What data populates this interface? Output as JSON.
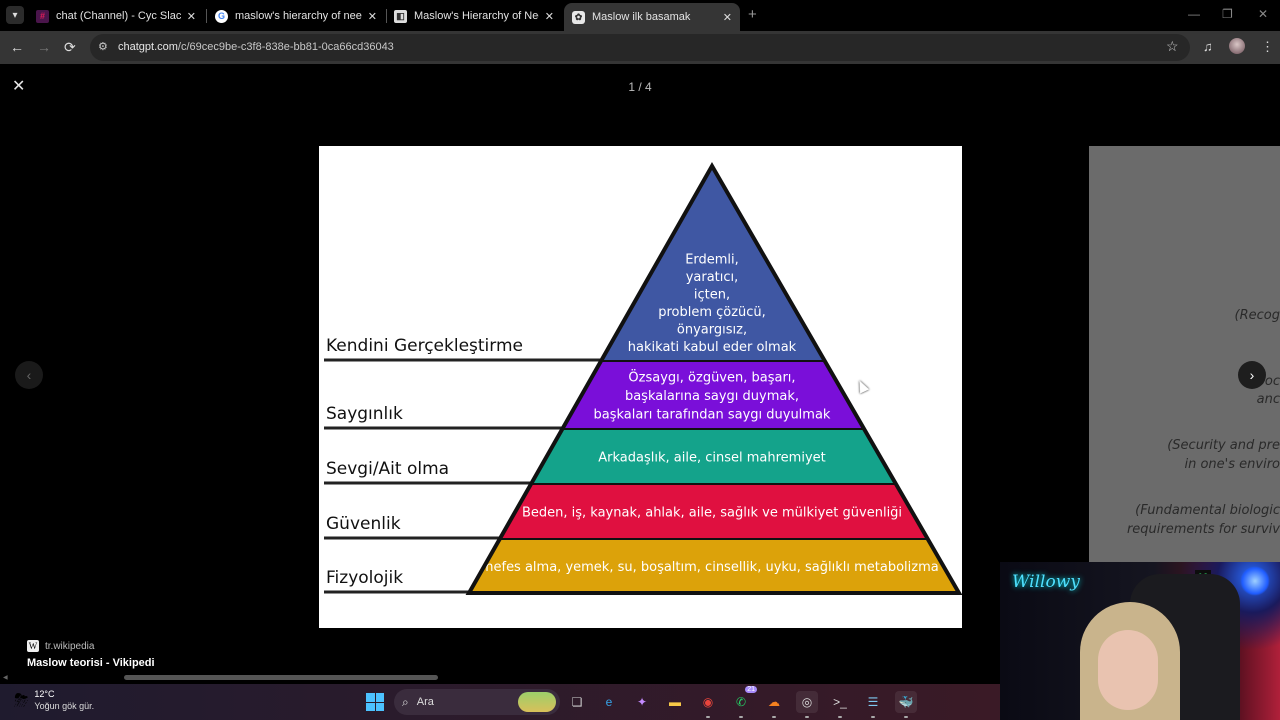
{
  "browser": {
    "tabs": [
      {
        "title": "chat (Channel) - Cyc Slack - Sla",
        "favicon": "slack-icon",
        "active": false
      },
      {
        "title": "maslow's hierarchy of needs - G",
        "favicon": "google-icon",
        "active": false
      },
      {
        "title": "Maslow's Hierarchy of Needs",
        "favicon": "site-icon",
        "active": false
      },
      {
        "title": "Maslow ilk basamak",
        "favicon": "chatgpt-icon",
        "active": true
      }
    ],
    "new_tab_label": "+",
    "url_host": "chatgpt.com",
    "url_path": "/c/69cec9be-c3f8-838e-bb81-0ca66cd36043",
    "icons": {
      "menu": "▾",
      "close": "✕",
      "back": "←",
      "forward": "→",
      "reload": "⟳",
      "site_settings": "⚙",
      "star": "☆",
      "media": "♫",
      "more": "⋮",
      "minimize": "—",
      "restore": "❐",
      "window_close": "✕"
    }
  },
  "viewer": {
    "close_icon": "✕",
    "counter": "1 / 4",
    "prev_icon": "‹",
    "next_icon": "›",
    "source_site": "tr.wikipedia",
    "source_logo": "W",
    "source_title": "Maslow teorisi - Vikipedi",
    "side_image_lines": [
      "(Recog",
      "(Soc",
      "anc",
      "(Security and pre",
      "in one's enviro",
      "(Fundamental biologic",
      "requirements for surviv"
    ]
  },
  "pyramid": {
    "levels": [
      {
        "label": "Kendini Gerçekleştirme",
        "color": "#3f57a3",
        "lines": [
          "Erdemli,",
          "yaratıcı,",
          "içten,",
          "problem çözücü,",
          "önyargısız,",
          "hakikati kabul eder olmak"
        ]
      },
      {
        "label": "Saygınlık",
        "color": "#7a0fd9",
        "lines": [
          "Özsaygı, özgüven, başarı,",
          "başkalarına saygı duymak,",
          "başkaları tarafından saygı duyulmak"
        ]
      },
      {
        "label": "Sevgi/Ait olma",
        "color": "#14a38b",
        "lines": [
          "Arkadaşlık, aile, cinsel mahremiyet"
        ]
      },
      {
        "label": "Güvenlik",
        "color": "#e01040",
        "lines": [
          "Beden, iş, kaynak, ahlak, aile, sağlık ve mülkiyet güvenliği"
        ]
      },
      {
        "label": "Fizyolojik",
        "color": "#dca20a",
        "lines": [
          "nefes alma, yemek, su, boşaltım, cinsellik, uyku, sağlıklı metabolizma"
        ]
      }
    ]
  },
  "taskbar": {
    "weather_temp": "12°C",
    "weather_desc": "Yoğun gök gür.",
    "weather_icon": "⛈",
    "search_label": "Ara",
    "search_icon": "⌕",
    "apps": [
      {
        "name": "task-view",
        "glyph": "❏",
        "color": "#ccc"
      },
      {
        "name": "edge",
        "glyph": "e",
        "color": "#36a3e8"
      },
      {
        "name": "copilot",
        "glyph": "✦",
        "color": "#c48bff"
      },
      {
        "name": "file-explorer",
        "glyph": "▬",
        "color": "#f7c948"
      },
      {
        "name": "chrome",
        "glyph": "◉",
        "color": "#e8453c"
      },
      {
        "name": "whatsapp",
        "glyph": "✆",
        "color": "#25d366",
        "badge": "21"
      },
      {
        "name": "cloudflare",
        "glyph": "☁",
        "color": "#f48120"
      },
      {
        "name": "obs",
        "glyph": "◎",
        "color": "#ddd"
      },
      {
        "name": "terminal",
        "glyph": ">_",
        "color": "#ddd"
      },
      {
        "name": "notepad",
        "glyph": "☰",
        "color": "#7ec8f0"
      },
      {
        "name": "docker",
        "glyph": "🐳",
        "color": "#2496ed"
      }
    ]
  },
  "webcam": {
    "neon_sign": "Willowy"
  }
}
